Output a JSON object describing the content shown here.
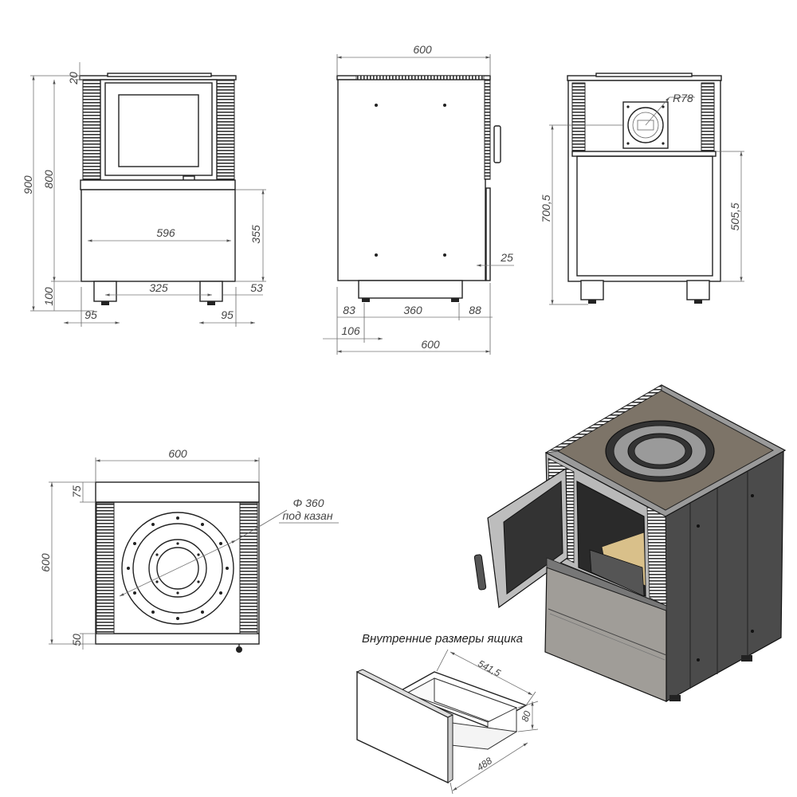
{
  "front_view": {
    "dims": {
      "height_total": "900",
      "height_body": "800",
      "top_gap": "20",
      "width_inner": "596",
      "drawer_height": "355",
      "legs_spacing": "325",
      "legs_offset": "53",
      "legs_height": "100",
      "leg_left": "95",
      "leg_right": "95"
    }
  },
  "side_view": {
    "dims": {
      "depth_top": "600",
      "panel_offset": "25",
      "leg_front": "83",
      "legs_spacing": "360",
      "leg_back": "88",
      "foot_offset": "106",
      "depth_bottom": "600"
    }
  },
  "rear_view": {
    "dims": {
      "radius": "R78",
      "height_outlet": "700,5",
      "height_shelf": "505,5"
    }
  },
  "top_view": {
    "dims": {
      "width": "600",
      "depth": "600",
      "back_gap": "75",
      "front_gap": "50",
      "diameter": "Φ 360",
      "diameter_note": "под казан"
    }
  },
  "drawer": {
    "caption": "Внутренние размеры ящика",
    "dims": {
      "depth": "541,5",
      "height": "80",
      "width": "488"
    }
  }
}
